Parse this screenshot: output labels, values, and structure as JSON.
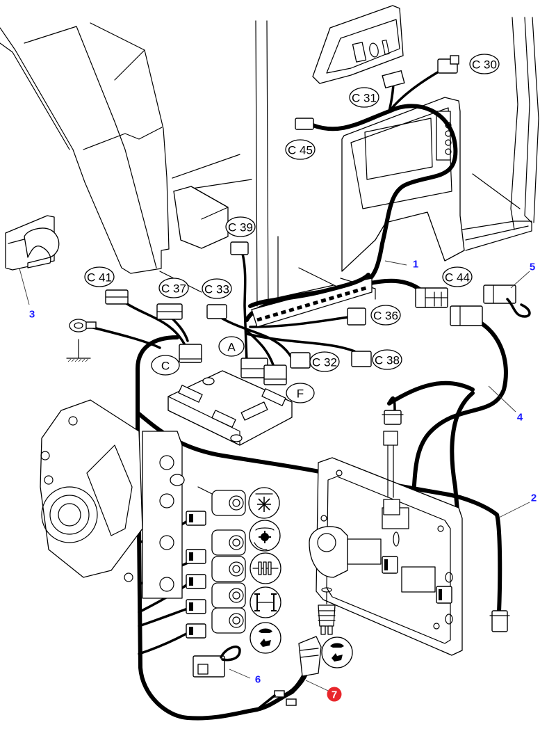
{
  "title": "Transmission control wiring harness exploded view",
  "colors": {
    "line": "#000000",
    "background": "#ffffff",
    "callout_number": "#1a1aff",
    "highlight_badge": "#e8262b",
    "highlight_text": "#ffffff"
  },
  "connector_tags": [
    {
      "id": "C30",
      "label": "C 30"
    },
    {
      "id": "C31",
      "label": "C 31"
    },
    {
      "id": "C45",
      "label": "C 45"
    },
    {
      "id": "C39",
      "label": "C 39"
    },
    {
      "id": "C41",
      "label": "C 41"
    },
    {
      "id": "C37",
      "label": "C 37"
    },
    {
      "id": "C33",
      "label": "C 33"
    },
    {
      "id": "C44",
      "label": "C 44"
    },
    {
      "id": "C36",
      "label": "C 36"
    },
    {
      "id": "C32",
      "label": "C 32"
    },
    {
      "id": "C38",
      "label": "C 38"
    }
  ],
  "module_ports": [
    {
      "id": "A",
      "label": "A"
    },
    {
      "id": "C",
      "label": "C"
    },
    {
      "id": "F",
      "label": "F"
    }
  ],
  "callouts": [
    {
      "id": "1",
      "label": "1",
      "highlighted": false
    },
    {
      "id": "2",
      "label": "2",
      "highlighted": false
    },
    {
      "id": "3",
      "label": "3",
      "highlighted": false
    },
    {
      "id": "4",
      "label": "4",
      "highlighted": false
    },
    {
      "id": "5",
      "label": "5",
      "highlighted": false
    },
    {
      "id": "6",
      "label": "6",
      "highlighted": false
    },
    {
      "id": "7",
      "label": "7",
      "highlighted": true
    }
  ],
  "symbols": {
    "ground": "ground-symbol",
    "solenoid_icons": [
      "diff-lock-icon",
      "pto-icon",
      "clutch-icon",
      "four-wheel-drive-icon",
      "hi-lo-speed-icon"
    ],
    "switch_icon": "hi-lo-speed-icon"
  }
}
